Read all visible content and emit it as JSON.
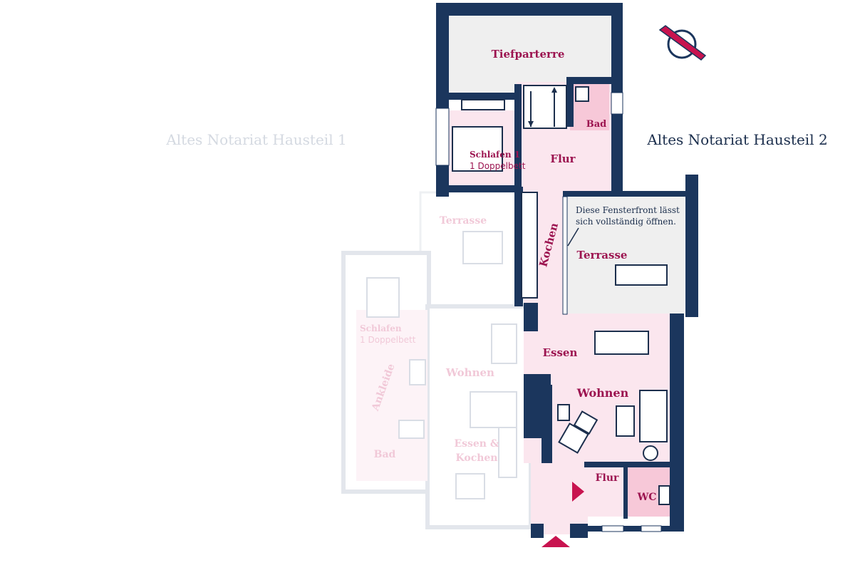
{
  "titles": {
    "left": "Altes Notariat Hausteil 1",
    "right": "Altes Notariat Hausteil 2"
  },
  "rooms": {
    "tiefparterre": "Tiefparterre",
    "bad": "Bad",
    "schlafen1": "Schlafen 1",
    "schlafen1_bed": "1 Doppelbett",
    "flur_top": "Flur",
    "kochen": "Kochen",
    "terrasse": "Terrasse",
    "essen": "Essen",
    "wohnen": "Wohnen",
    "flur_bottom": "Flur",
    "wc": "WC"
  },
  "note": {
    "line1": "Diese Fensterfront lässt",
    "line2": "sich vollständig öffnen."
  },
  "ghost_rooms": {
    "terrasse": "Terrasse",
    "schlafen": "Schlafen",
    "schlafen_bed": "1 Doppelbett",
    "ankleide": "Ankleide",
    "wohnen": "Wohnen",
    "essen_kochen_1": "Essen &",
    "essen_kochen_2": "Kochen",
    "bad": "Bad"
  },
  "colors": {
    "wall": "#1b365d",
    "room_pink": "#fbe6ee",
    "accent": "#c8134f",
    "label": "#9c1450",
    "terrace_grey": "#efefef"
  }
}
